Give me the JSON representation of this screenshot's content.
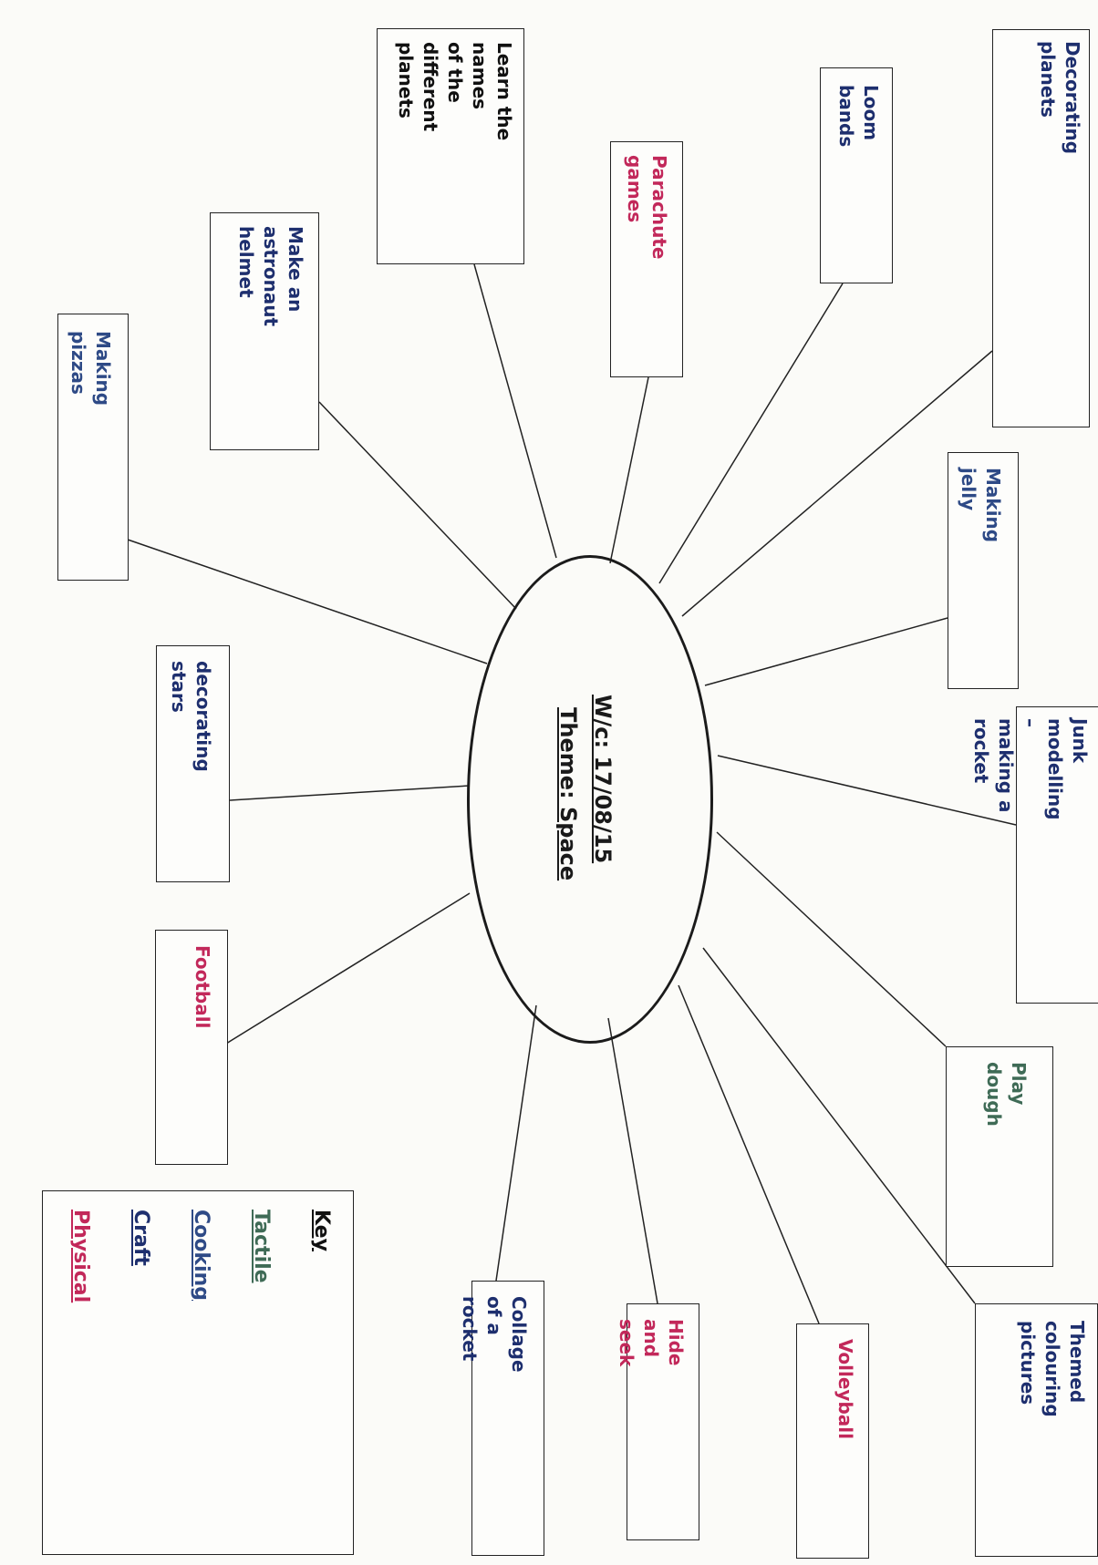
{
  "theme": {
    "date_line": "W/c: 17/08/15",
    "theme_line": "Theme: Space"
  },
  "category_colors": {
    "Tactile": "#3f6b56",
    "Cooking": "#2e4a86",
    "Craft": "#1e2f6e",
    "Physical": "#c2285a"
  },
  "activities": [
    {
      "text": "Decorating planets",
      "category": "Craft"
    },
    {
      "text": "Loom bands",
      "category": "Craft"
    },
    {
      "text": "Parachute games",
      "category": "Physical"
    },
    {
      "text": "Learn the names\nof the different\nplanets",
      "category": "Other"
    },
    {
      "text": "Make an\nastronaut helmet",
      "category": "Craft"
    },
    {
      "text": "Making pizzas",
      "category": "Cooking"
    },
    {
      "text": "Making jelly",
      "category": "Cooking"
    },
    {
      "text": "Junk modelling –\nmaking a rocket",
      "category": "Craft"
    },
    {
      "text": "decorating stars",
      "category": "Craft"
    },
    {
      "text": "Football",
      "category": "Physical"
    },
    {
      "text": "Play dough",
      "category": "Tactile"
    },
    {
      "text": "Themed colouring\npictures",
      "category": "Craft"
    },
    {
      "text": "Volleyball",
      "category": "Physical"
    },
    {
      "text": "Hide and seek",
      "category": "Physical"
    },
    {
      "text": "Collage of a rocket",
      "category": "Craft"
    }
  ],
  "key": {
    "title": "Key",
    "items": [
      {
        "label": "Tactile",
        "category": "Tactile"
      },
      {
        "label": "Cooking",
        "category": "Cooking"
      },
      {
        "label": "Craft",
        "category": "Craft"
      },
      {
        "label": "Physical",
        "category": "Physical"
      }
    ]
  }
}
